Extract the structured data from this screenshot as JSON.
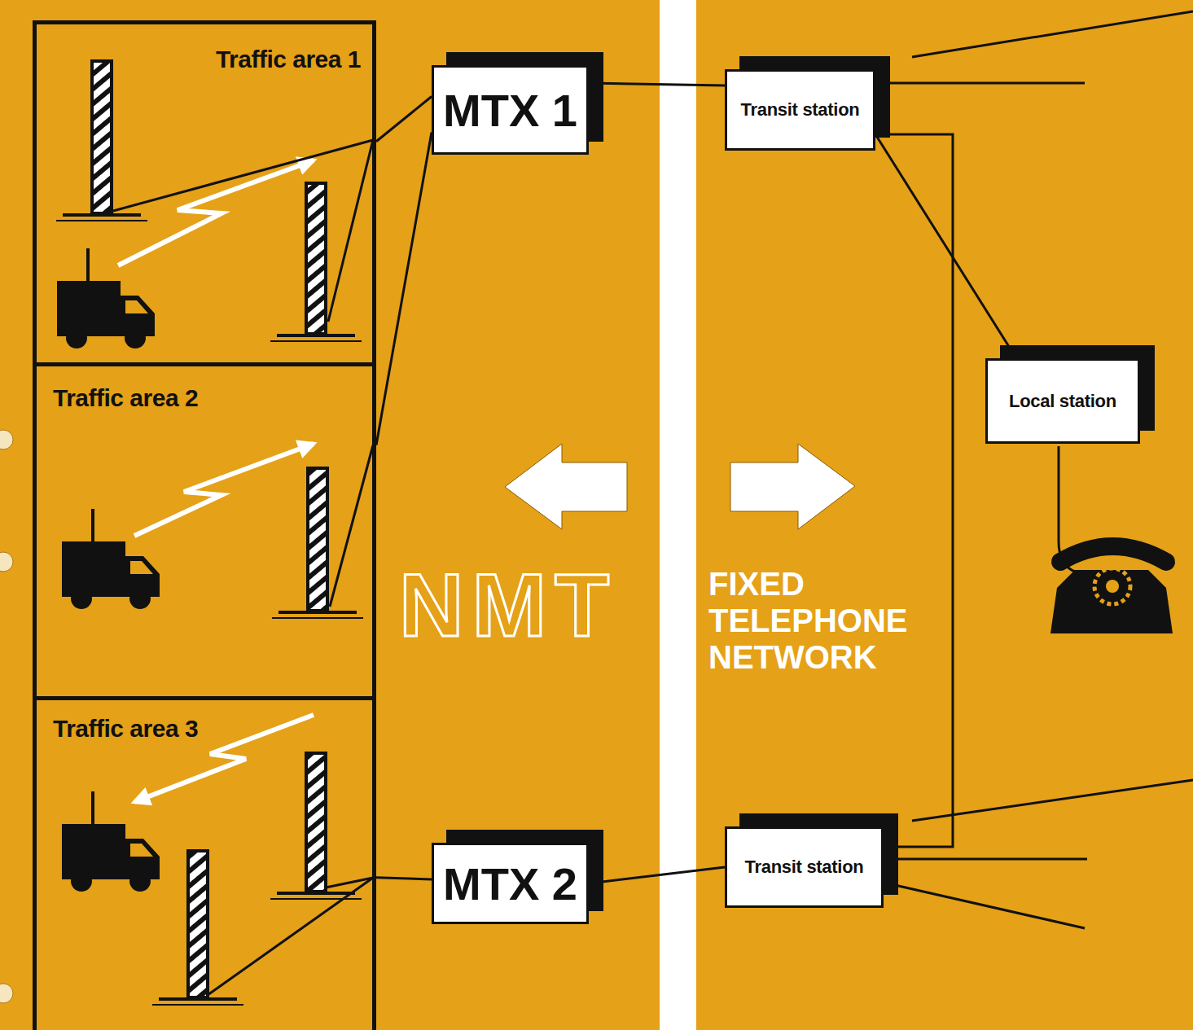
{
  "diagram": {
    "nodes": [
      {
        "text": [
          "Traffic area 1"
        ]
      },
      {
        "text": [
          "Traffic area 2"
        ]
      },
      {
        "text": [
          "Traffic area 3"
        ]
      },
      {
        "text": [
          "MTX 1"
        ]
      },
      {
        "text": [
          "MTX 2"
        ]
      },
      {
        "text": [
          "Transit station"
        ]
      },
      {
        "text": [
          "Transit station"
        ]
      },
      {
        "text": [
          "Local station"
        ]
      }
    ],
    "edges": [
      {
        "from": 0,
        "to": 3,
        "arrow": "none"
      },
      {
        "from": 1,
        "to": 3,
        "arrow": "none"
      },
      {
        "from": 2,
        "to": 4,
        "arrow": "none"
      },
      {
        "from": 3,
        "to": 5,
        "arrow": "none"
      },
      {
        "from": 4,
        "to": 6,
        "arrow": "none"
      },
      {
        "from": 5,
        "to": 7,
        "arrow": "none"
      },
      {
        "from": 5,
        "to": 6,
        "arrow": "none"
      }
    ],
    "labels": [
      "NMT",
      "FIXED TELEPHONE NETWORK"
    ]
  }
}
